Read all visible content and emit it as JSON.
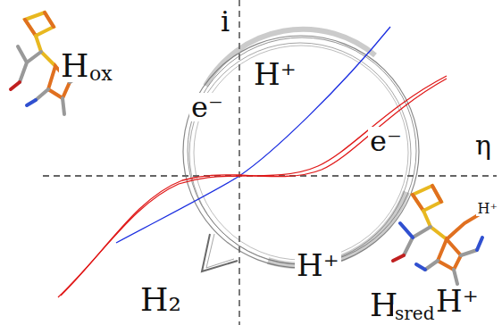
{
  "diagram": {
    "labels": [
      "i",
      "η",
      "H",
      "ox",
      "e⁻",
      "H⁺",
      "e⁻",
      "H⁺",
      "H₂",
      "H",
      "sred",
      "H⁺",
      "H⁺"
    ]
  }
}
